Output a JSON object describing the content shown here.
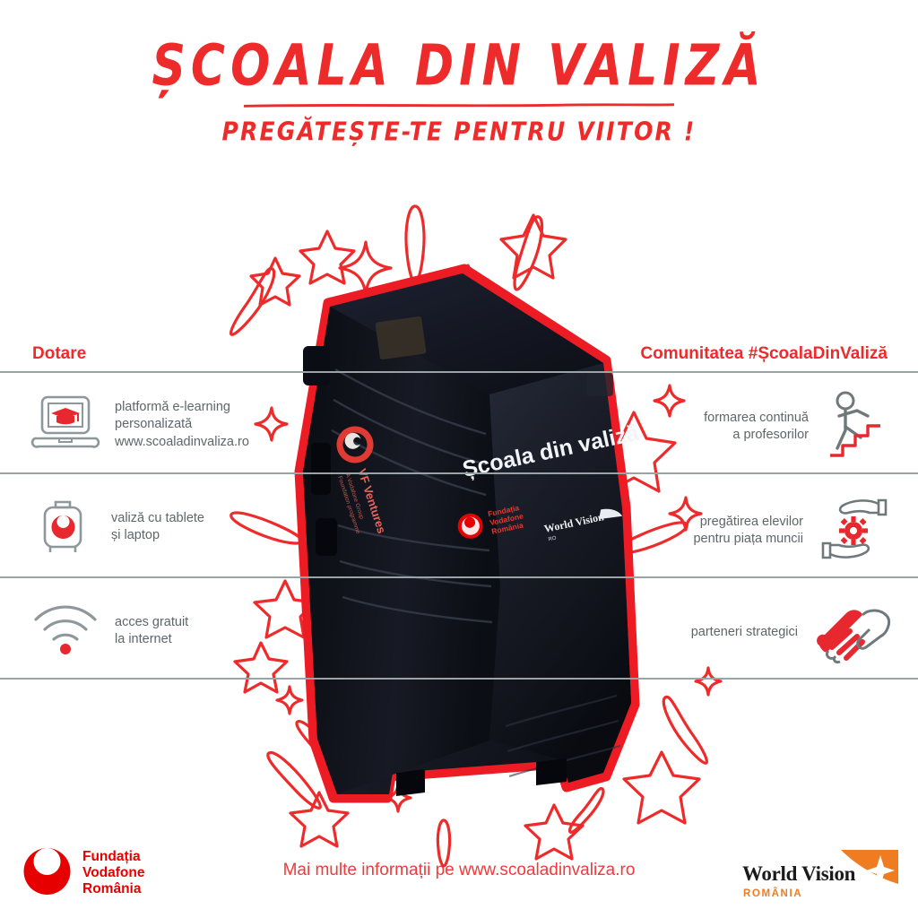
{
  "theme": {
    "red": "#EE2B2B",
    "vodafone_red": "#E60000",
    "grey_text": "#5d6769",
    "rule_grey": "#9aa3a5",
    "orange": "#F07C22",
    "background": "#ffffff"
  },
  "header": {
    "title": "ȘCOALA DIN VALIZĂ",
    "subtitle": "PREGĂTEȘTE-TE PENTRU VIITOR !"
  },
  "columns": {
    "left": {
      "heading": "Dotare",
      "items": [
        {
          "icon": "laptop-graduation-cap-icon",
          "text": "platformă e-learning\npersonalizată\nwww.scoaladinvaliza.ro"
        },
        {
          "icon": "suitcase-vodafone-icon",
          "text": "valiză cu tablete\nși laptop"
        },
        {
          "icon": "wifi-icon",
          "text": "acces gratuit\nla internet"
        }
      ]
    },
    "right": {
      "heading": "Comunitatea #ȘcoalaDinValiză",
      "items": [
        {
          "icon": "person-climbing-stairs-icon",
          "text": "formarea continuă\na profesorilor"
        },
        {
          "icon": "hands-gear-icon",
          "text": "pregătirea elevilor\npentru piața muncii"
        },
        {
          "icon": "handshake-icon",
          "text": "parteneri strategici"
        }
      ]
    }
  },
  "suitcase": {
    "label": "Școala din valiză",
    "side_label": "VF Ventures",
    "brand_1": "Fundația\nVodafone\nRomânia",
    "brand_2": "World Vision",
    "brand_2_sub": "RO"
  },
  "footer": {
    "note": "Mai multe informații pe www.scoaladinvaliza.ro",
    "vodafone_foundation": "Fundația\nVodafone\nRomânia",
    "world_vision": "World Vision",
    "world_vision_sub": "ROMÂNIA"
  }
}
